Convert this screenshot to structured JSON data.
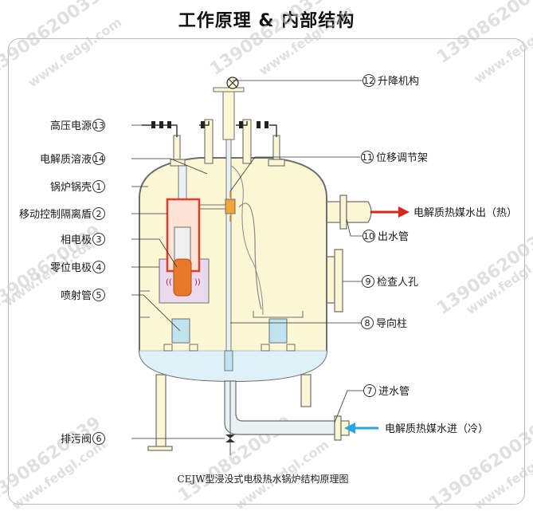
{
  "title": "工作原理 & 内部结构",
  "caption": "CEJW型浸没式电极热水锅炉结构原理图",
  "watermark": {
    "phone": "13908620039",
    "site": "www.fedgl.com"
  },
  "left_callouts": [
    {
      "num": "13",
      "label": "高压电源"
    },
    {
      "num": "14",
      "label": "电解质溶液"
    },
    {
      "num": "1",
      "label": "锅炉锅壳"
    },
    {
      "num": "2",
      "label": "移动控制隔离盾"
    },
    {
      "num": "3",
      "label": "相电极"
    },
    {
      "num": "4",
      "label": "零位电极"
    },
    {
      "num": "5",
      "label": "喷射管"
    },
    {
      "num": "6",
      "label": "排污阀"
    }
  ],
  "right_callouts": [
    {
      "num": "12",
      "label": "升降机构"
    },
    {
      "num": "11",
      "label": "位移调节架"
    },
    {
      "num": "10",
      "label": "出水管"
    },
    {
      "num": "9",
      "label": "检查人孔"
    },
    {
      "num": "8",
      "label": "导向柱"
    },
    {
      "num": "7",
      "label": "进水管"
    }
  ],
  "flows": {
    "outlet": "电解质热媒水出（热）",
    "inlet": "电解质热媒水进（冷）"
  },
  "colors": {
    "shell_fill": "#fbf6d3",
    "shell_stroke": "#6e6e6e",
    "water": "#dff1f6",
    "shield": "#e63b2e",
    "electrode": "#e8792a",
    "zero_electrode": "#ead9ef",
    "pipe": "#fbf6d3",
    "outlet_arrow": "#d8261d",
    "inlet_arrow": "#29a8e0",
    "guide": "#bfe3ef"
  }
}
